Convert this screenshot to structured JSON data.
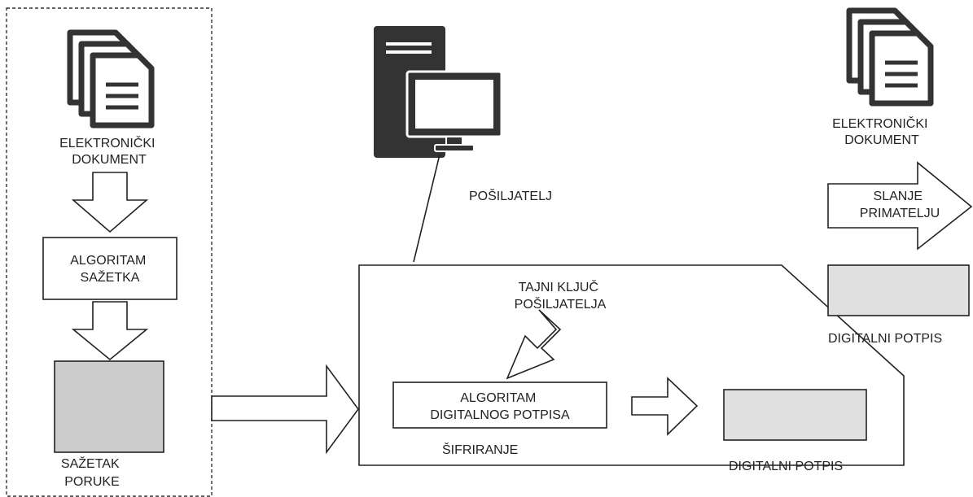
{
  "sender_group": {
    "document_label": [
      "ELEKTRONIČKI",
      "DOKUMENT"
    ],
    "hash_algorithm_label": [
      "ALGORITAM",
      "SAŽETKA"
    ],
    "digest_label": [
      "SAŽETAK",
      "PORUKE"
    ]
  },
  "sender": {
    "label": "POŠILJATELJ"
  },
  "signing_panel": {
    "secret_key_label": [
      "TAJNI KLJUČ",
      "POŠILJATELJA"
    ],
    "signature_algorithm_label": [
      "ALGORITAM",
      "DIGITALNOG POTPISA"
    ],
    "encryption_label": "ŠIFRIRANJE",
    "signature_label": "DIGITALNI POTPIS"
  },
  "receiver_side": {
    "document_label": [
      "ELEKTRONIČKI",
      "DOKUMENT"
    ],
    "send_arrow_label": [
      "SLANJE",
      "PRIMATELJU"
    ],
    "signature_label": "DIGITALNI POTPIS"
  },
  "colors": {
    "stroke": "#222222",
    "icon_fill": "#333333",
    "digest_fill": "#cccccc",
    "signature_fill": "#e0e0e0"
  }
}
